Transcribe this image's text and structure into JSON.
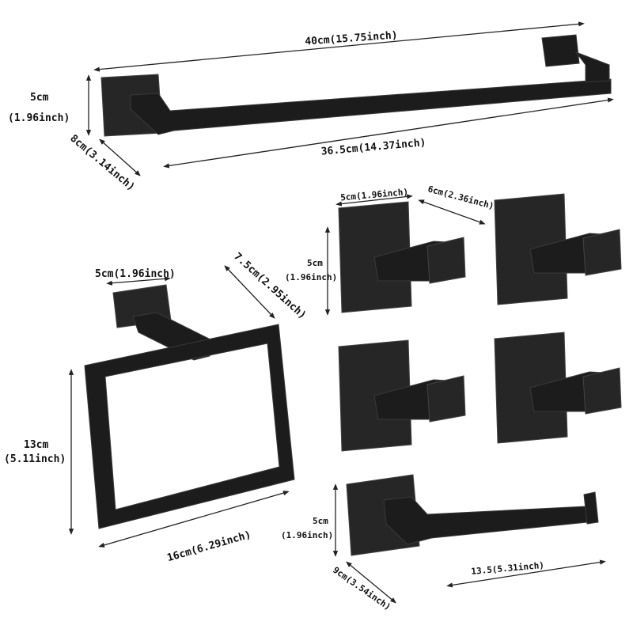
{
  "product_color": "#1c1c1c",
  "towel_bar": {
    "length_label": "40cm(15.75inch)",
    "height_cm": "5cm",
    "height_in": "(1.96inch)",
    "depth_label": "8cm(3.14inch)",
    "inner_length_label": "36.5cm(14.37inch)"
  },
  "robe_hooks": {
    "width_label": "5cm(1.96inch)",
    "depth_label": "6cm(2.36inch)",
    "height_cm": "5cm",
    "height_in": "(1.96inch)"
  },
  "towel_ring": {
    "mount_width_label": "5cm(1.96inch)",
    "depth_label": "7.5cm(2.95inch)",
    "height_cm": "13cm",
    "height_in": "(5.11inch)",
    "width_label": "16cm(6.29inch)"
  },
  "paper_holder": {
    "height_cm": "5cm",
    "height_in": "(1.96inch)",
    "depth_label": "9cm(3.54inch)",
    "length_label": "13.5(5.31inch)"
  }
}
